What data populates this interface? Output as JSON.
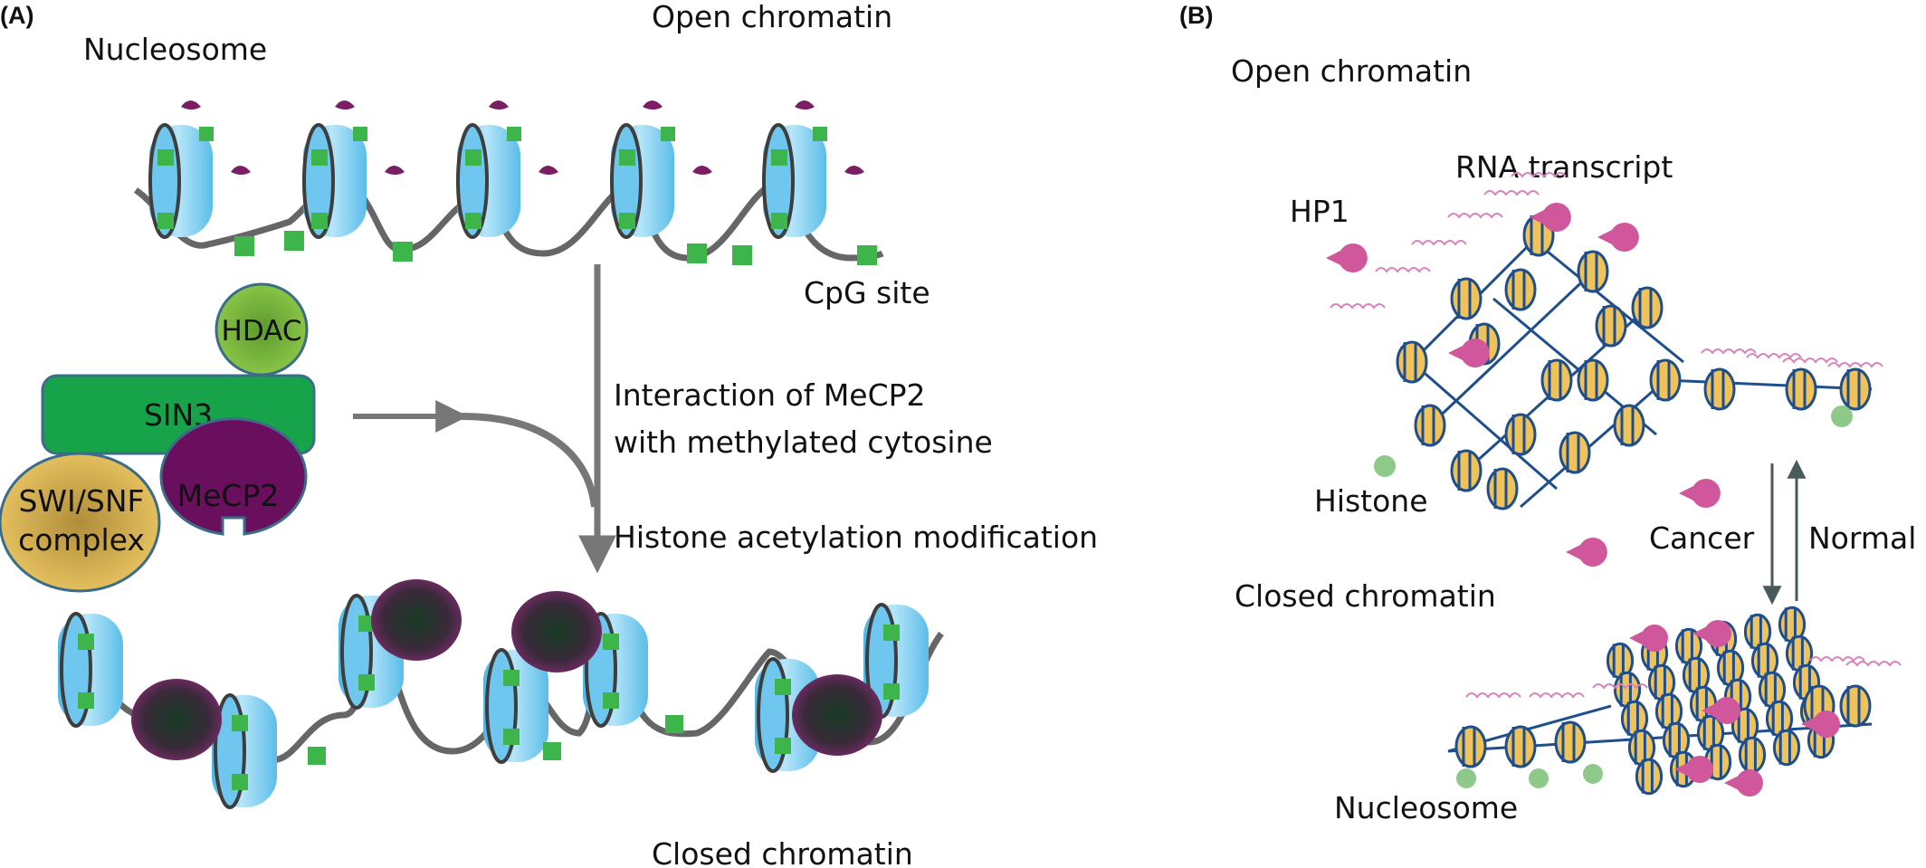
{
  "panel_a": {
    "tag": "(A)",
    "nucleosome_label": "Nucleosome",
    "open_label": "Open chromatin",
    "cpg_label": "CpG site",
    "hdac_label": "HDAC",
    "sin3_label": "SIN3",
    "swisnf_label_1": "SWI/SNF",
    "swisnf_label_2": "complex",
    "mecp2_label": "MeCP2",
    "step1_line1": "Interaction of MeCP2",
    "step1_line2": "with methylated cytosine",
    "step2": "Histone acetylation modification",
    "closed_label": "Closed chromatin"
  },
  "panel_b": {
    "tag": "(B)",
    "open_label": "Open chromatin",
    "rna_label": "RNA transcript",
    "hp1_label": "HP1",
    "histone_label": "Histone",
    "closed_label": "Closed chromatin",
    "cancer_label": "Cancer",
    "normal_label": "Normal",
    "nucleosome_label": "Nucleosome"
  },
  "colors": {
    "histone_blue": "#8fd3f0",
    "cpg_green": "#3db54a",
    "methyl_purple": "#7b1e63",
    "hdac_green": "#7fba3c",
    "sin3_green": "#16a34a",
    "swisnf_gold": "#e8c35a",
    "mecp2_purple": "#6a0f5e",
    "dna_grey": "#6d6d6d",
    "nucleo_yellow": "#f0c35a",
    "dna_blue": "#1f4e8c",
    "hp1_pink": "#d0579c",
    "rna_pink": "#d784b8"
  }
}
